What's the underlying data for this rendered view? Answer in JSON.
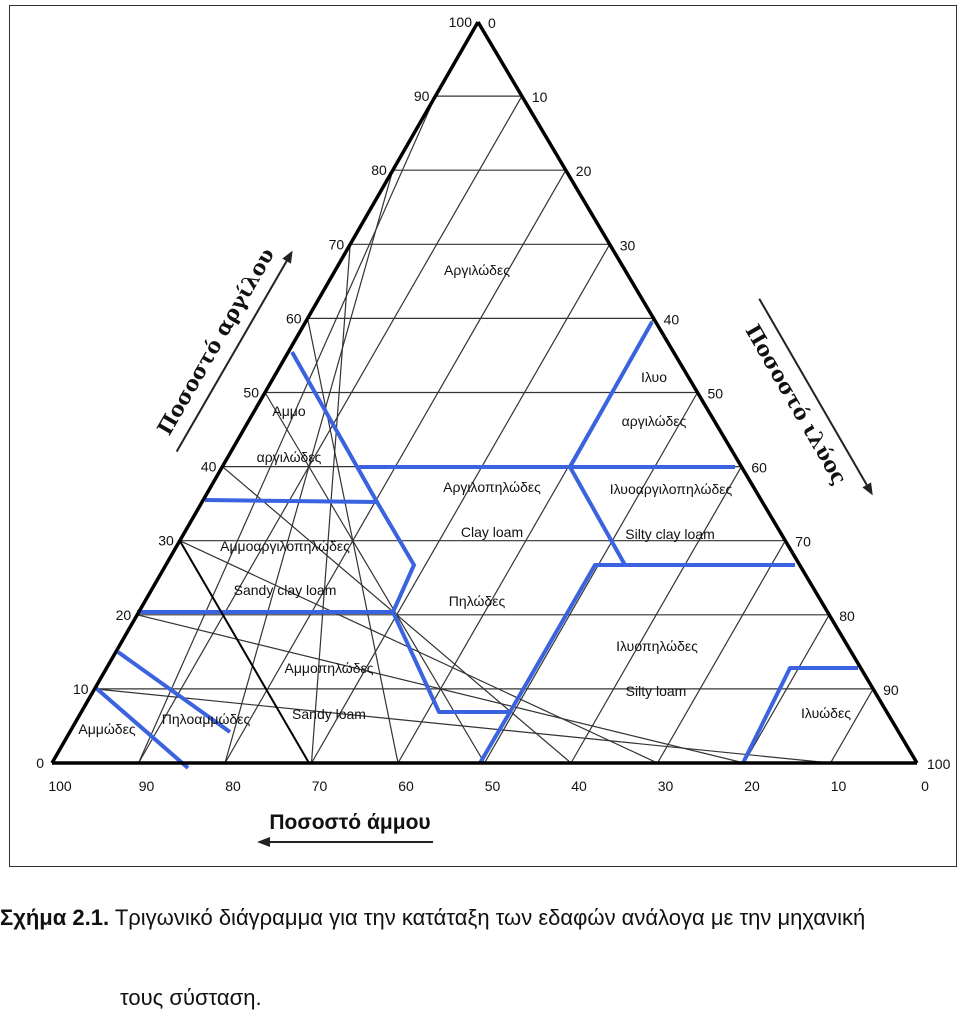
{
  "axes": {
    "clay_title": "Ποσοστό αργίλου",
    "silt_title": "Ποσοστό ιλύος",
    "sand_title": "Ποσοστό άμμου",
    "left_ticks": [
      "10",
      "20",
      "30",
      "40",
      "50",
      "60",
      "70",
      "80",
      "90",
      "100"
    ],
    "right_ticks": [
      "0",
      "10",
      "20",
      "30",
      "40",
      "50",
      "60",
      "70",
      "80",
      "90",
      "100"
    ],
    "bottom_ticks": [
      "100",
      "90",
      "80",
      "70",
      "60",
      "50",
      "40",
      "30",
      "20",
      "10",
      "0"
    ],
    "corner_left": "0"
  },
  "regions": {
    "clay": "Αργιλώδες",
    "silty_clay_1": "Ιλυο",
    "silty_clay_2": "αργιλώδες",
    "sandy_clay_1": "Αμμο",
    "sandy_clay_2": "αργιλώδες",
    "clay_loam_gr": "Αργιλοπηλώδες",
    "clay_loam_en": "Clay loam",
    "silty_clay_loam_gr": "Ιλυοαργιλοπηλώδες",
    "silty_clay_loam_en": "Silty clay loam",
    "sandy_clay_loam_gr": "Αμμοαργιλοπηλώδες",
    "sandy_clay_loam_en": "Sandy clay loam",
    "loam": "Πηλώδες",
    "silt_loam_gr": "Ιλυοπηλώδες",
    "silt_loam_en": "Silty loam",
    "sandy_loam_gr": "Αμμοπηλώδες",
    "sandy_loam_en": "Sandy loam",
    "loamy_sand": "Πηλοαμμώδες",
    "sand": "Αμμώδες",
    "silt": "Ιλυώδες"
  },
  "caption": {
    "number": "Σχήμα 2.1.",
    "text_line1": "Τριγωνικό διάγραμμα για την κατάταξη των εδαφών ανάλογα με την μηχανική",
    "text_line2": "τους σύσταση."
  },
  "colors": {
    "grid": "#333333",
    "boundary": "#3b63e0",
    "frame": "#000000"
  }
}
